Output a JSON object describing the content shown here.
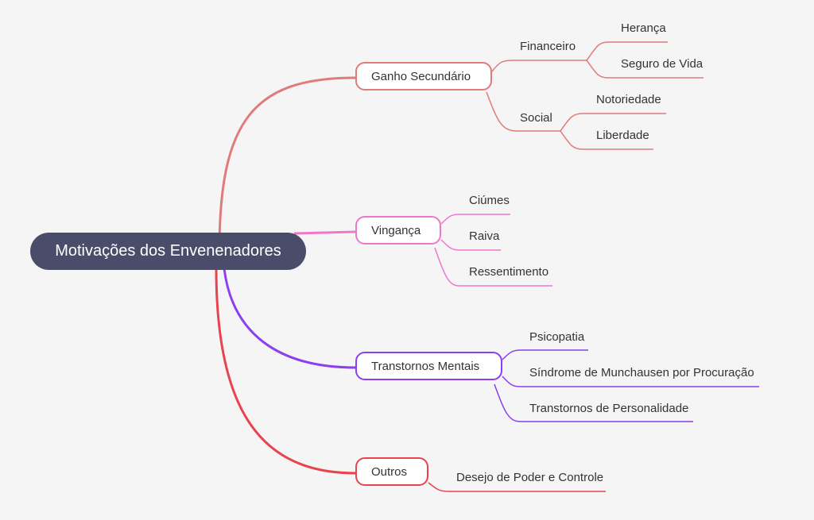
{
  "root": {
    "label": "Motivações dos Envenenadores"
  },
  "colors": {
    "root_bg": "#4a4d69",
    "ganho": "#e07b7b",
    "vinganca": "#ee77cc",
    "transtornos": "#8a3ff0",
    "outros": "#e8434f",
    "background": "#f5f5f5"
  },
  "branches": {
    "ganho": {
      "label": "Ganho Secundário",
      "financeiro": {
        "label": "Financeiro",
        "items": [
          "Herança",
          "Seguro de Vida"
        ]
      },
      "social": {
        "label": "Social",
        "items": [
          "Notoriedade",
          "Liberdade"
        ]
      }
    },
    "vinganca": {
      "label": "Vingança",
      "items": [
        "Ciúmes",
        "Raiva",
        "Ressentimento"
      ]
    },
    "transtornos": {
      "label": "Transtornos Mentais",
      "items": [
        "Psicopatia",
        "Síndrome de Munchausen por Procuração",
        "Transtornos de Personalidade"
      ]
    },
    "outros": {
      "label": "Outros",
      "items": [
        "Desejo de Poder e Controle"
      ]
    }
  }
}
